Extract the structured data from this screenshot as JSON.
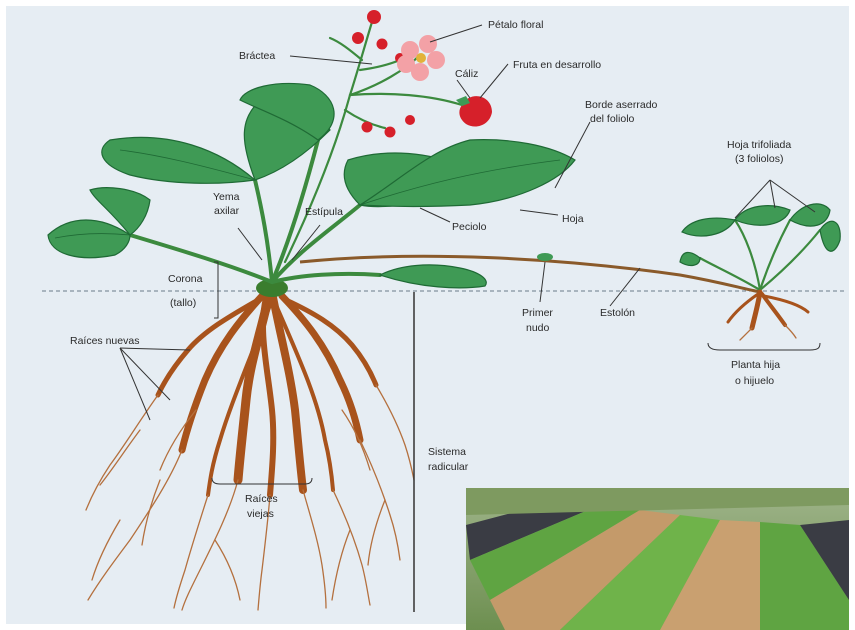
{
  "labels": {
    "petalo_floral": "Pétalo floral",
    "bractea": "Bráctea",
    "caliz": "Cáliz",
    "fruta": "Fruta en desarrollo",
    "borde_1": "Borde aserrado",
    "borde_2": "del foliolo",
    "hoja_trifoliada_1": "Hoja trifoliada",
    "hoja_trifoliada_2": "(3 foliolos)",
    "yema_1": "Yema",
    "yema_2": "axilar",
    "estipula": "Estípula",
    "peciolo": "Peciolo",
    "hoja": "Hoja",
    "corona_1": "Corona",
    "corona_2": "(tallo)",
    "primer_nudo_1": "Primer",
    "primer_nudo_2": "nudo",
    "estolon": "Estolón",
    "raices_nuevas": "Raíces nuevas",
    "planta_hija_1": "Planta hija",
    "planta_hija_2": "o hijuelo",
    "sistema_1": "Sistema",
    "sistema_2": "radicular",
    "raices_viejas_1": "Raíces",
    "raices_viejas_2": "viejas"
  },
  "colors": {
    "background": "#e6edf3",
    "leaf": "#3f9a55",
    "root": "#a8531c",
    "fruit": "#d6202a",
    "petal": "#f3a1a6"
  }
}
